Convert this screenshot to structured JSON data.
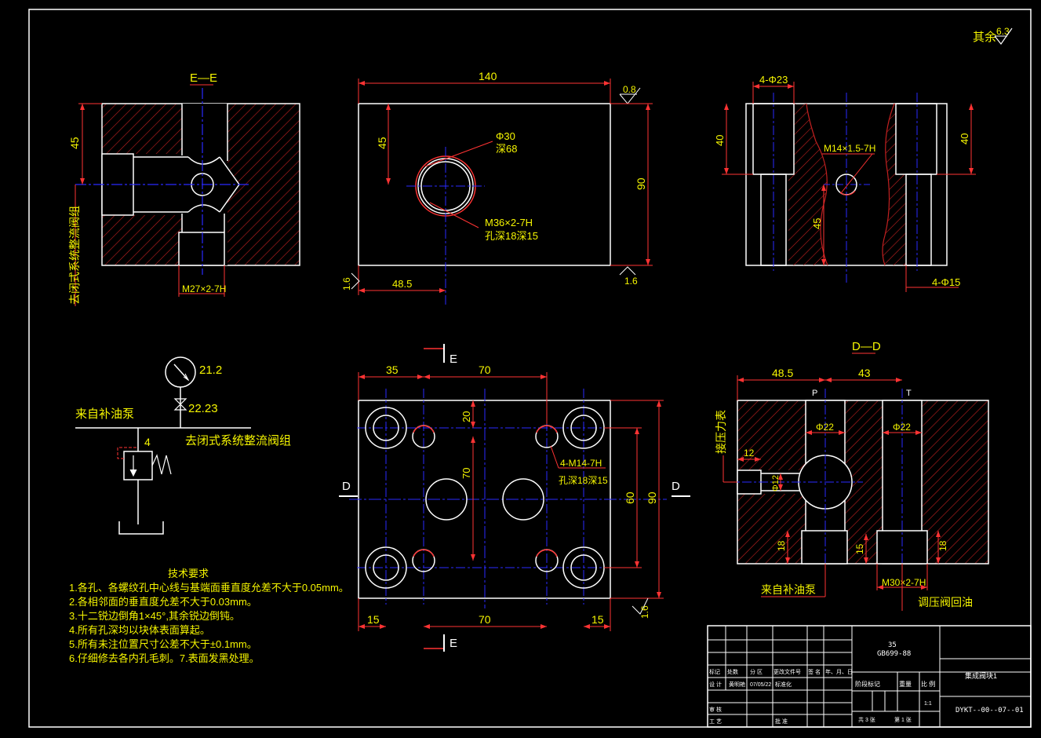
{
  "roughness_other": {
    "label": "其余",
    "value": "6.3"
  },
  "section_labels": {
    "ee": "E—E",
    "dd": "D—D",
    "e": "E",
    "d": "D"
  },
  "view_ee": {
    "dim_45": "45",
    "thread": "M27×2-7H",
    "side_note": "去闭式系统整流阀组"
  },
  "view_top": {
    "dim_140": "140",
    "roughness_08": "0.8",
    "dim_45": "45",
    "hole": "Φ30",
    "hole_depth": "深68",
    "dim_90": "90",
    "thread": "M36×2-7H",
    "thread_depth": "孔深18深15",
    "roughness_16a": "1.6",
    "dim_485": "48.5",
    "roughness_16b": "1.6"
  },
  "view_side": {
    "holes_top": "4-Φ23",
    "dim_40a": "40",
    "dim_40b": "40",
    "thread": "M14×1.5-7H",
    "dim_45": "45",
    "holes_bottom": "4-Φ15"
  },
  "schematic": {
    "gauge_value": "21.2",
    "valve_value": "22.23",
    "valve_num": "4",
    "in_label": "来自补油泵",
    "out_label": "去闭式系统整流阀组"
  },
  "view_front": {
    "dim_35": "35",
    "dim_70_top": "70",
    "dim_20": "20",
    "dim_70_v": "70",
    "thread": "4-M14-7H",
    "thread_depth": "孔深18深15",
    "dim_60": "60",
    "dim_90": "90",
    "dim_15a": "15",
    "dim_70_bot": "70",
    "dim_15b": "15",
    "roughness": "1.6"
  },
  "view_dd": {
    "dim_485": "48.5",
    "dim_43": "43",
    "port_p": "P",
    "port_t": "T",
    "phi22a": "Φ22",
    "phi22b": "Φ22",
    "dim_12": "12",
    "phi12": "Φ12",
    "dim_18a": "18",
    "dim_15": "15",
    "dim_18b": "18",
    "thread": "M30×2-7H",
    "gauge_note": "接压力表",
    "in_note": "来自补油泵",
    "return_note": "调压阀回油"
  },
  "tech_req": {
    "title": "技术要求",
    "lines": [
      "1.各孔、各螺纹孔中心线与基端面垂直度允差不大于0.05mm。",
      "2.各相邻面的垂直度允差不大于0.03mm。",
      "3.十二锐边倒角1×45°,其余锐边倒钝。",
      "4.所有孔深均以块体表面算起。",
      "5.所有未注位置尺寸公差不大于±0.1mm。",
      "6.仔细修去各内孔毛刺。7.表面发黑处理。"
    ]
  },
  "title_block": {
    "material": "35",
    "standard": "GB699-88",
    "name": "集成阀块1",
    "code": "DYKT--00--07--01",
    "row_marks": [
      "标记",
      "处数",
      "分 区",
      "更改文件号",
      "签 名",
      "年、月、日"
    ],
    "design": "设 计",
    "designer": "黄明艳",
    "date": "07/05/22",
    "std": "标准化",
    "stage": "阶段标记",
    "weight": "重量",
    "scale": "比 例",
    "scale_val": "1:1",
    "check": "审 核",
    "process": "工 艺",
    "approve": "批 准",
    "sheets": "共 3 张",
    "sheet": "第 1 张"
  },
  "colors": {
    "outline": "#ffffff",
    "center": "#2a2aff",
    "hatch": "#cc2222",
    "dim": "#ff3333",
    "text": "#f5f500"
  }
}
